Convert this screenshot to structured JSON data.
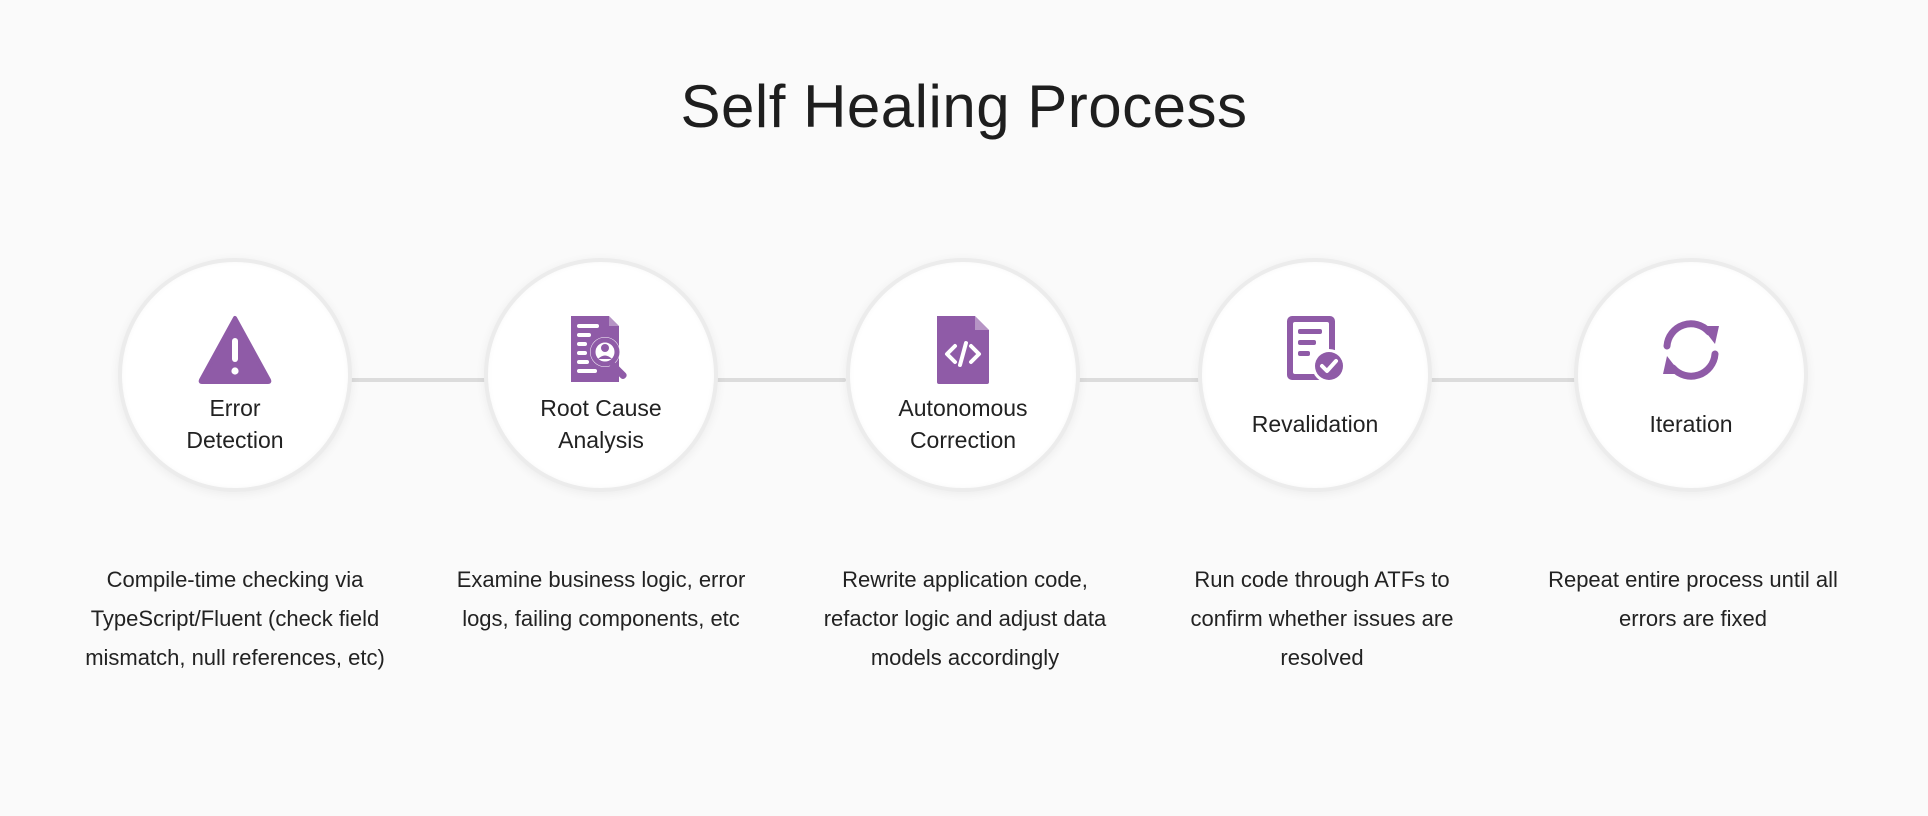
{
  "title": "Self Healing Process",
  "accent_color": "#8f5ba7",
  "steps": [
    {
      "icon": "warning-icon",
      "label_line1": "Error",
      "label_line2": "Detection",
      "description_line1": "Compile-time checking via",
      "description_line2": "TypeScript/Fluent (check field",
      "description_line3": "mismatch, null references, etc)"
    },
    {
      "icon": "document-search-icon",
      "label_line1": "Root Cause",
      "label_line2": "Analysis",
      "description_line1": "Examine business logic, error",
      "description_line2": "logs, failing components, etc",
      "description_line3": ""
    },
    {
      "icon": "code-file-icon",
      "label_line1": "Autonomous",
      "label_line2": "Correction",
      "description_line1": "Rewrite application code,",
      "description_line2": "refactor logic and adjust data",
      "description_line3": "models accordingly"
    },
    {
      "icon": "document-check-icon",
      "label_line1": "Revalidation",
      "label_line2": "",
      "description_line1": "Run code through ATFs to",
      "description_line2": "confirm whether issues are",
      "description_line3": "resolved"
    },
    {
      "icon": "refresh-icon",
      "label_line1": "Iteration",
      "label_line2": "",
      "description_line1": "Repeat entire process until all",
      "description_line2": "errors are fixed",
      "description_line3": ""
    }
  ]
}
